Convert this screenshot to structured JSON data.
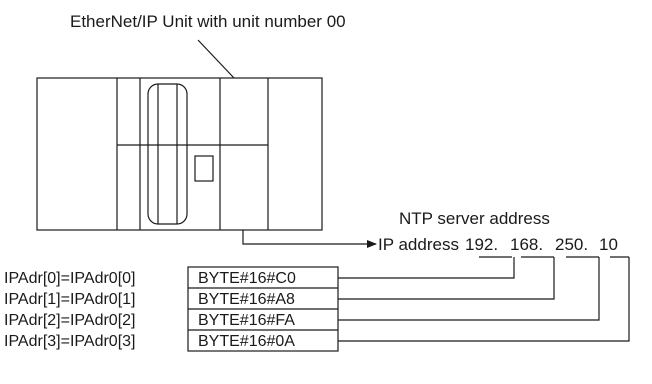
{
  "unit_caption": "EtherNet/IP Unit with unit number 00",
  "ntp_label": "NTP server address",
  "ip_label": "IP address",
  "ip_octets": [
    "192.",
    "168.",
    "250.",
    "10"
  ],
  "rows": [
    {
      "assign": "IPAdr[0]=IPAdr0[0]",
      "value": "BYTE#16#C0"
    },
    {
      "assign": "IPAdr[1]=IPAdr0[1]",
      "value": "BYTE#16#A8"
    },
    {
      "assign": "IPAdr[2]=IPAdr0[2]",
      "value": "BYTE#16#FA"
    },
    {
      "assign": "IPAdr[3]=IPAdr0[3]",
      "value": "BYTE#16#0A"
    }
  ]
}
